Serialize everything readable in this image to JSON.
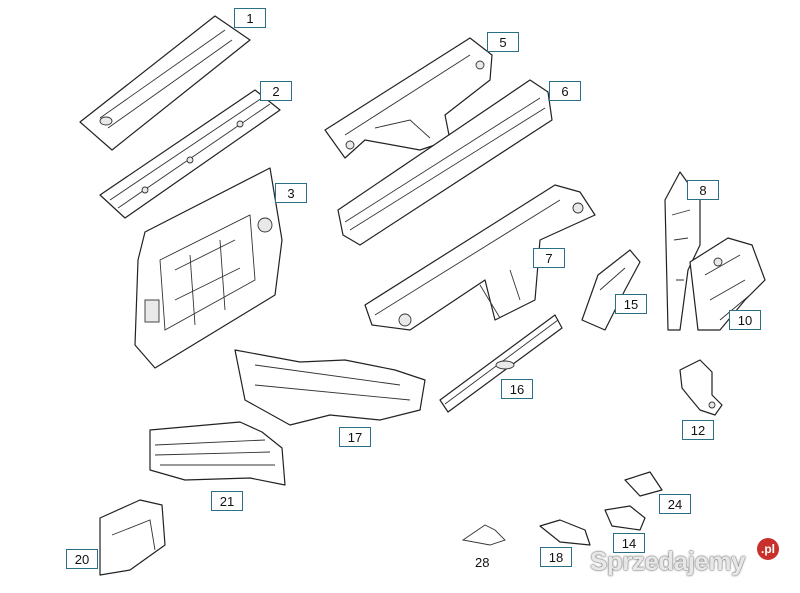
{
  "labels": [
    "1",
    "2",
    "3",
    "5",
    "6",
    "7",
    "8",
    "10",
    "12",
    "14",
    "15",
    "16",
    "17",
    "18",
    "20",
    "21",
    "24",
    "28"
  ],
  "watermark": "Sprzedajemy",
  "watermark_suffix": ".pl"
}
